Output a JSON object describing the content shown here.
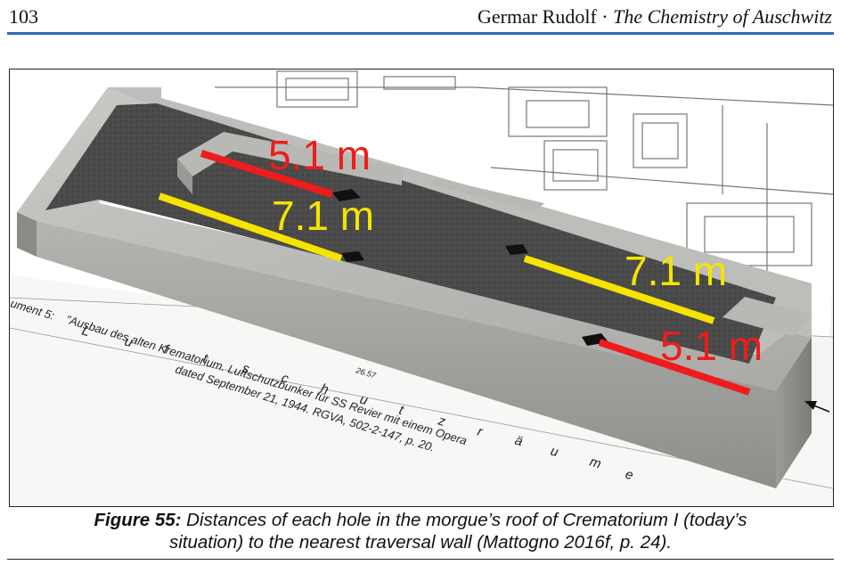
{
  "header": {
    "page_number": "103",
    "author": "Germar Rudolf · ",
    "book_title": "The Chemistry of Auschwitz"
  },
  "figure": {
    "document_label": "ument 5:",
    "document_text_line1": "\"Ausbau des alten Krematorium. Luftschutzbunker für SS Revier mit einem Opera",
    "document_text_line2": "dated September 21, 1944. RGVA, 502-2-147, p. 20.",
    "spaced_word": [
      "L",
      "u",
      "f",
      "t",
      "s",
      "c",
      "h",
      "u",
      "t",
      "z",
      "r",
      "ä",
      "u",
      "m",
      "e"
    ],
    "plan_number": "26.57",
    "measurements": [
      {
        "label": "5.1 m",
        "color": "#ee1c1c"
      },
      {
        "label": "7.1 m",
        "color": "#f5e400"
      },
      {
        "label": "7.1 m",
        "color": "#f5e400"
      },
      {
        "label": "5.1 m",
        "color": "#ee1c1c"
      }
    ]
  },
  "caption": {
    "figure_label": "Figure 55:",
    "text_line1": " Distances of each hole in the morgue’s roof of Crematorium I (today’s",
    "text_line2": "situation) to the nearest traversal wall (Mattogno 2016f, p. 24)."
  }
}
